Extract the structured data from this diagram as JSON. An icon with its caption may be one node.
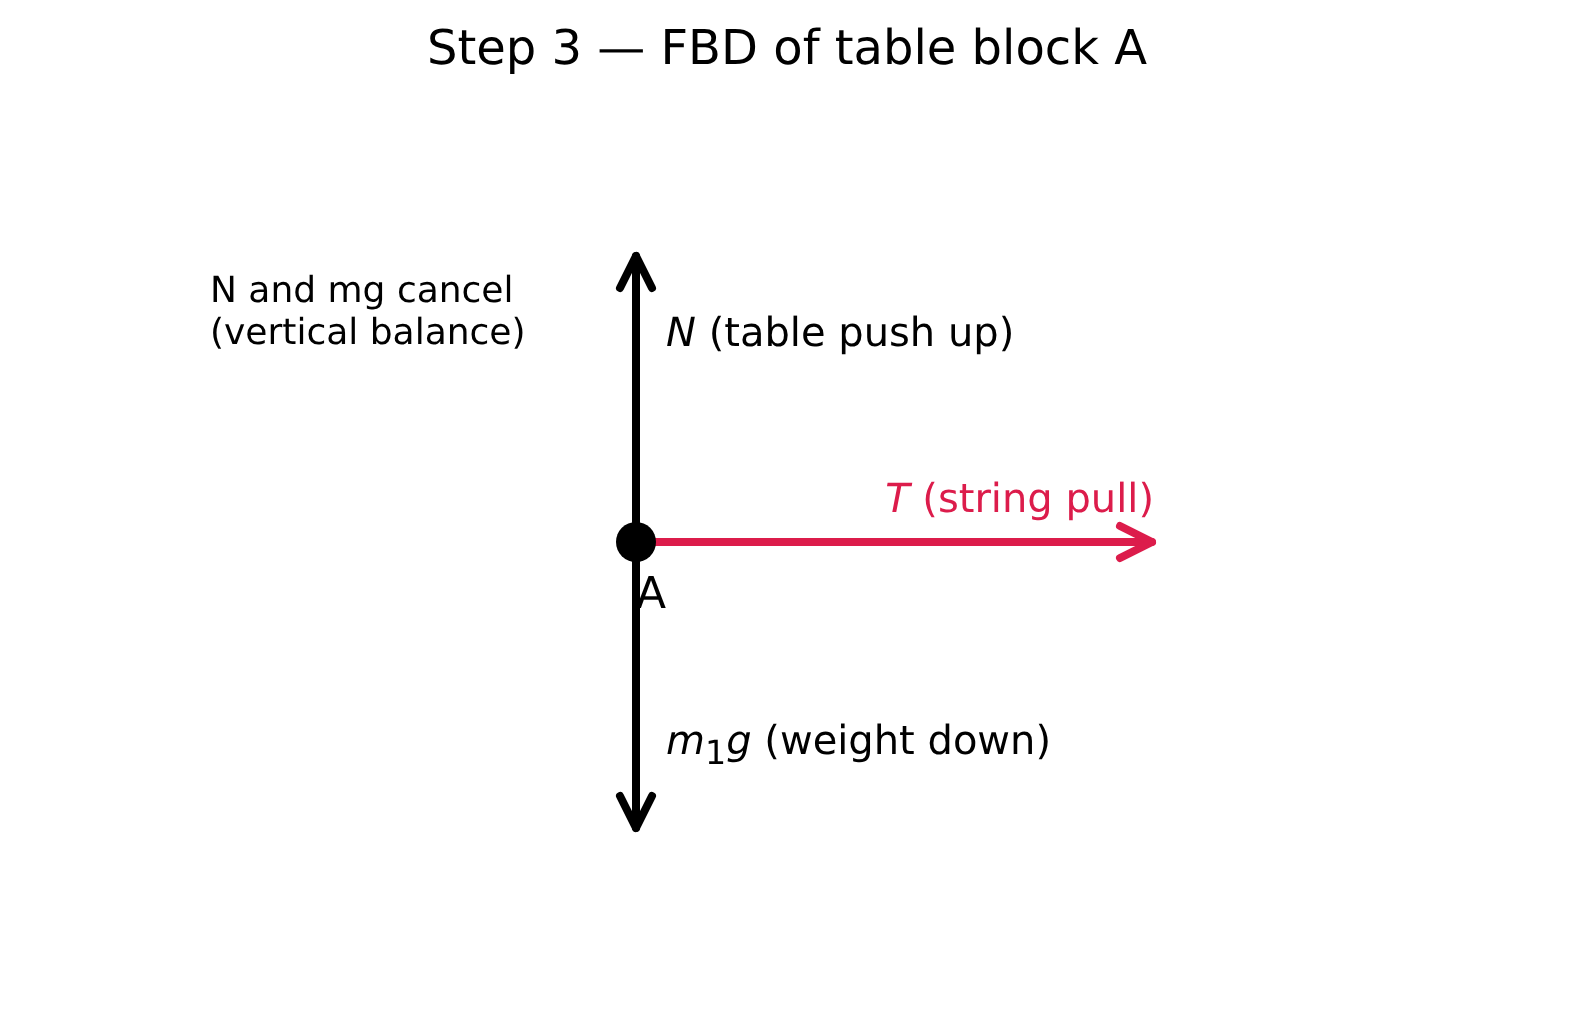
{
  "diagram": {
    "title": "Step 3 — FBD of table block A",
    "nodes": [
      {
        "text": [],
        "shape": "circle",
        "beside": [
          "A"
        ]
      }
    ],
    "labels": [
      "N and mg cancel (vertical balance)",
      "*N* (table push up)",
      "*T* (string pull)",
      "*m*$_{1}$*g* (weight down)"
    ]
  }
}
